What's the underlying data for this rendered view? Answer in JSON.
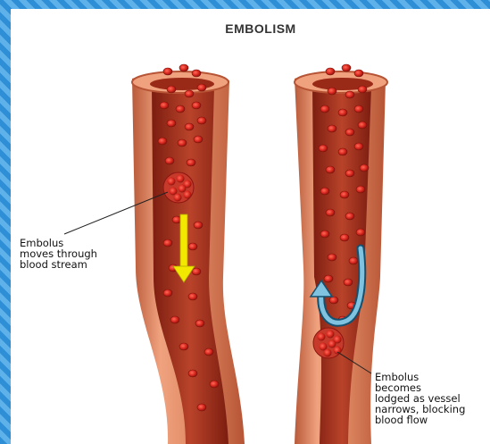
{
  "title": "EMBOLISM",
  "vessels": [
    {
      "caption_lines": [
        "Embolus",
        "moves through",
        "blood stream"
      ],
      "arrow": "yellow-down-arrow"
    },
    {
      "caption_lines": [
        "Embolus",
        "becomes",
        "lodged as vessel",
        "narrows, blocking",
        "blood flow"
      ],
      "arrow": "blue-u-turn-arrow"
    }
  ],
  "colors": {
    "frame": "#2f8fd6",
    "vessel_wall": "#e08a63",
    "vessel_inner": "#a8321d",
    "blood_cell": "#d8281e",
    "yellow_arrow": "#f2e800",
    "blue_arrow": "#6fb5d6"
  }
}
